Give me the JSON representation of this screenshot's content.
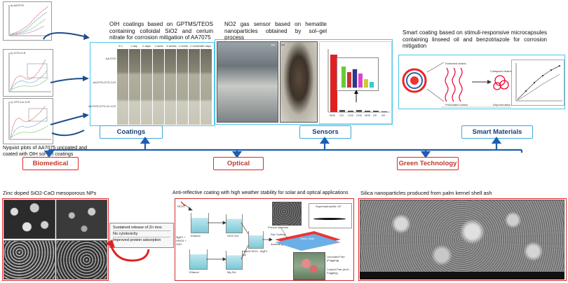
{
  "coatings": {
    "caption": "OIH coatings based on GPTMS/TEOS containing colloidal SiO2 and cerium nitrate for corrosion mitigation of AA7075",
    "label": "Coatings",
    "nyquist_caption": "Nyquist plots of AA7075 uncoated and coated with OIH sol-gel coatings",
    "plot_titles": [
      "a) AA7075",
      "b) GTS-O-R",
      "c) GTS-Ce-O-R"
    ],
    "sample_rows": [
      "AA7075",
      "AA7075-GTS-O-R",
      "AA7075-GTS-Ce-O-R"
    ],
    "time_cols": [
      "0 h",
      "1 day",
      "2 days",
      "1 week",
      "3 weeks",
      "1 month",
      "2 months",
      "50 days"
    ]
  },
  "sensors": {
    "caption": "NO2 gas sensor based on hematite nanoparticles obtained by sol–gel process",
    "label": "Sensors",
    "panel_tags": [
      "(a)",
      "(b)"
    ],
    "bar_categories": [
      "NO2",
      "CO",
      "CO2",
      "CH4",
      "NH3",
      "H2",
      "O2"
    ]
  },
  "smart": {
    "caption": "Smart coating based on stimuli-responsive microcapsules containing linseed oil and benzotriazole for corrosion mitigation",
    "label": "Smart Materials",
    "diagram_labels": [
      "Extended chains",
      "Collapsed chains",
      "Protonated chains",
      "Deprotonated chains"
    ]
  },
  "biomedical": {
    "label": "Biomedical",
    "caption": "Zinc doped SiO2-CaO mesoporous NPs",
    "properties": [
      "Sustained release of Zn ions",
      "No cytotoxicity",
      "Improved protein adsorption"
    ]
  },
  "optical": {
    "label": "Optical",
    "caption": "Anti-reflective coating with high weather stability for solar and optical applications",
    "labels": {
      "teos": "TEOS",
      "mg_precursors": "MgF2 + HNO3 + H2O",
      "ethanol_top": "Ethanol",
      "ethanol_bottom": "Ethanol",
      "sio2_sol": "SiO2 Sol",
      "mg_sol": "Mg Sol",
      "hybrid": "Hybrid SiO2 - MgF2 sol",
      "dip": "Dip Coating",
      "annealing": "Annealing",
      "porous": "Porous structure",
      "superhydrophilic": "Superhydrophilic <8°",
      "glass": "Glass Slide",
      "uncoated": "Uncoated Part (Fogging)",
      "coated": "Coated Part (Anti – Fogging)"
    }
  },
  "green": {
    "label": "Green Technology",
    "caption": "Silica nanoparticles produced from palm kernel shell ash"
  },
  "colors": {
    "connector": "#1d5fb0",
    "cyan_border": "#4fc3ea",
    "red_border": "#d92b2b"
  }
}
